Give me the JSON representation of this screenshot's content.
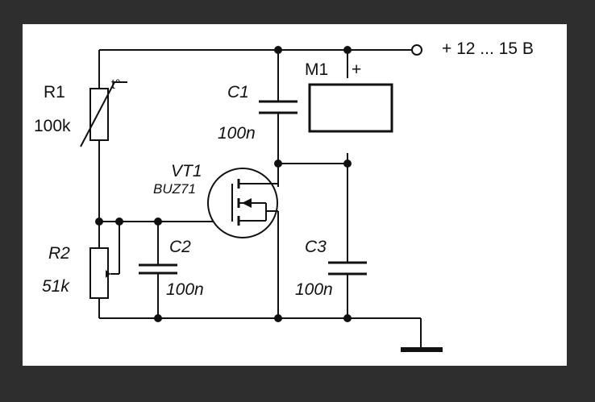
{
  "diagram": {
    "supply_label": "+ 12 ... 15 В",
    "r1": {
      "name": "R1",
      "value": "100k",
      "thermistor_mark": "t°"
    },
    "r2": {
      "name": "R2",
      "value": "51k"
    },
    "c1": {
      "name": "C1",
      "value": "100n"
    },
    "c2": {
      "name": "C2",
      "value": "100n"
    },
    "c3": {
      "name": "C3",
      "value": "100n"
    },
    "vt1": {
      "name": "VT1",
      "part": "BUZ71"
    },
    "m1": {
      "name": "M1",
      "polarity": "+"
    }
  },
  "colors": {
    "background": "#2e2e2e",
    "canvas": "#ffffff",
    "ink": "#111111"
  }
}
